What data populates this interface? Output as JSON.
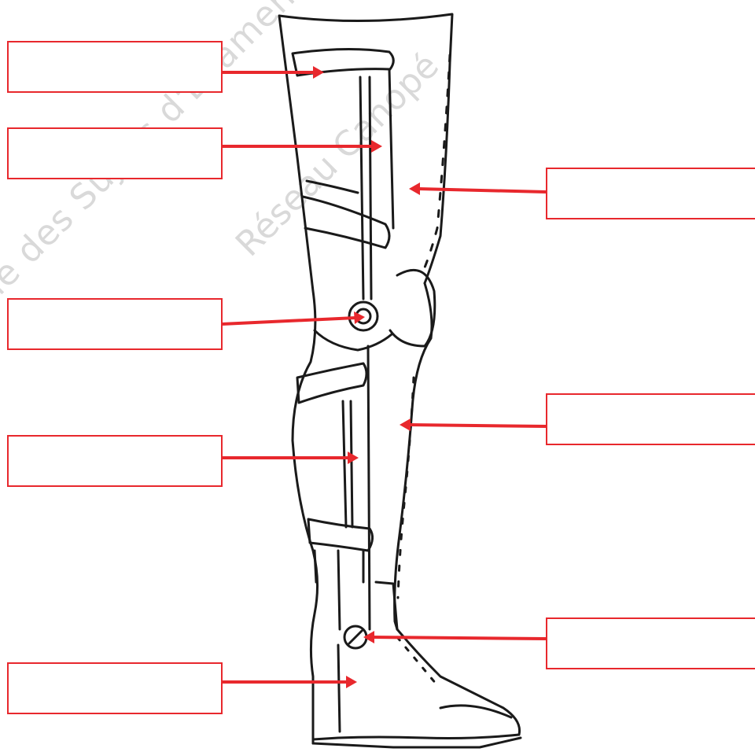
{
  "diagram": {
    "watermark": {
      "line1": "de des Sujets d'Examens de",
      "line2": "Réseau Canopé"
    },
    "colors": {
      "arrow": "#e8282d",
      "box_border": "#e8282d",
      "drawing": "#1a1a1a",
      "watermark": "#d9d9d9"
    },
    "labels": [
      {
        "id": "left-1",
        "text": ""
      },
      {
        "id": "left-2",
        "text": ""
      },
      {
        "id": "left-3",
        "text": ""
      },
      {
        "id": "left-4",
        "text": ""
      },
      {
        "id": "left-5",
        "text": ""
      },
      {
        "id": "right-1",
        "text": ""
      },
      {
        "id": "right-2",
        "text": ""
      },
      {
        "id": "right-3",
        "text": ""
      }
    ]
  }
}
